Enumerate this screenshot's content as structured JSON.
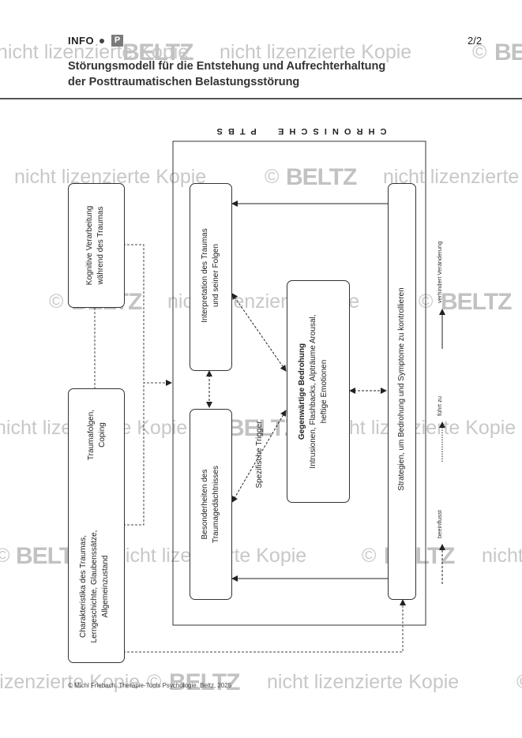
{
  "header": {
    "label": "INFO",
    "badge": "P",
    "page": "2/2",
    "title_line1": "Störungsmodell für die Entstehung und Aufrechterhaltung",
    "title_line2": "der Posttraumatischen Belastungsstörung"
  },
  "frame_label": "C H R O N I S C H E     P T B S",
  "boxes": {
    "kognitive": {
      "line1": "Kognitive Verarbeitung",
      "line2": "während des Traumas"
    },
    "traumafolgen": {
      "line1": "Traumafolgen,",
      "line2": "Coping"
    },
    "charakteristika": {
      "line1": "Charakteristika des Traumas,",
      "line2": "Lerngeschichte, Glaubenssätze,",
      "line3": "Allgemeinzustand"
    },
    "interpretation": {
      "line1": "Interpretation des Traumas",
      "line2": "und seiner Folgen"
    },
    "besonderheiten": {
      "line1": "Besonderheiten des",
      "line2": "Traumagedächtnisses"
    },
    "bedrohung": {
      "title": "Gegenwärtige Bedrohung",
      "line1": "Intrusionen, Flashbacks, Alpträume Arousal,",
      "line2": "heftige Emotionen"
    },
    "strategien": {
      "line1": "Strategien, um Bedrohung und Symptome zu kontrollieren"
    }
  },
  "trigger_label": "Spezifische Trigger",
  "legend": {
    "beeinflusst": "beeinflusst",
    "fuehrt_zu": "führt zu",
    "verhindert": "verhindert Veränderung"
  },
  "footer": "© Michl Friebach. Therapie-Tools Psychologie. Beltz, 2025",
  "watermark": {
    "copyright_symbol": "©",
    "brand": "BELTZ",
    "text": "nicht lizenzierte Kopie"
  }
}
